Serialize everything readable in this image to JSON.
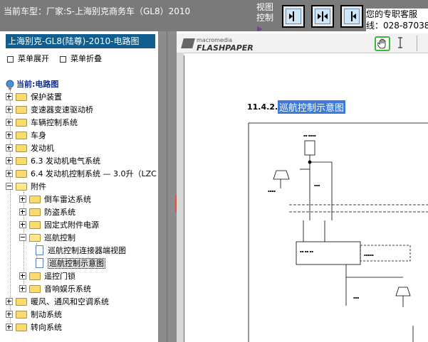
{
  "top": {
    "vehicle_label": "当前车型：厂家:S-上海别克商务车（GL8）2010",
    "view_control_label": "视图控制",
    "service_line1": "您的专职客服",
    "service_line2": "线：028-87038"
  },
  "tree": {
    "header": "上海别克-GL8(陆尊)-2010-电路图",
    "expand_label": "菜单展开",
    "collapse_label": "菜单折叠",
    "root_label": "当前:电路图",
    "items": [
      {
        "label": "保护装置",
        "level": 0,
        "state": "plus",
        "type": "folder"
      },
      {
        "label": "变速器变速驱动桥",
        "level": 0,
        "state": "plus",
        "type": "folder"
      },
      {
        "label": "车辆控制系统",
        "level": 0,
        "state": "plus",
        "type": "folder"
      },
      {
        "label": "车身",
        "level": 0,
        "state": "plus",
        "type": "folder"
      },
      {
        "label": "发动机",
        "level": 0,
        "state": "plus",
        "type": "folder"
      },
      {
        "label": "6.3 发动机电气系统",
        "level": 0,
        "state": "plus",
        "type": "folder"
      },
      {
        "label": "6.4 发动机控制系统 — 3.0升（LZC",
        "level": 0,
        "state": "plus",
        "type": "folder"
      },
      {
        "label": "附件",
        "level": 0,
        "state": "minus",
        "type": "folder-open"
      },
      {
        "label": "倒车雷达系统",
        "level": 1,
        "state": "plus",
        "type": "folder"
      },
      {
        "label": "防盗系统",
        "level": 1,
        "state": "plus",
        "type": "folder"
      },
      {
        "label": "固定式附件电源",
        "level": 1,
        "state": "plus",
        "type": "folder"
      },
      {
        "label": "巡航控制",
        "level": 1,
        "state": "minus",
        "type": "folder-open"
      },
      {
        "label": "巡航控制连接器端视图",
        "level": 2,
        "state": "none",
        "type": "doc"
      },
      {
        "label": "巡航控制示意图",
        "level": 2,
        "state": "none",
        "type": "doc",
        "selected": true
      },
      {
        "label": "遥控门锁",
        "level": 1,
        "state": "plus",
        "type": "folder"
      },
      {
        "label": "音响娱乐系统",
        "level": 1,
        "state": "plus",
        "type": "folder"
      },
      {
        "label": "暖风、通风和空调系统",
        "level": 0,
        "state": "plus",
        "type": "folder"
      },
      {
        "label": "制动系统",
        "level": 0,
        "state": "plus",
        "type": "folder"
      },
      {
        "label": "转向系统",
        "level": 0,
        "state": "plus",
        "type": "folder"
      }
    ]
  },
  "viewer": {
    "logo_top": "macromedia",
    "logo_bottom": "FLASHPAPER",
    "section_number": "11.4.2.2",
    "section_title": "巡航控制示意图"
  },
  "colors": {
    "accent_header": "#0f5e8f",
    "selection_highlight": "#3d7bd6",
    "zoom_button": "#e84c3d",
    "hand_tool_border": "#3cb83c"
  },
  "icons": {
    "view_buttons": [
      "fit-right-icon",
      "fit-both-icon",
      "fit-left-icon"
    ],
    "zoom": "magnifier-icon",
    "hand": "hand-tool-icon",
    "text_select": "text-select-icon"
  }
}
